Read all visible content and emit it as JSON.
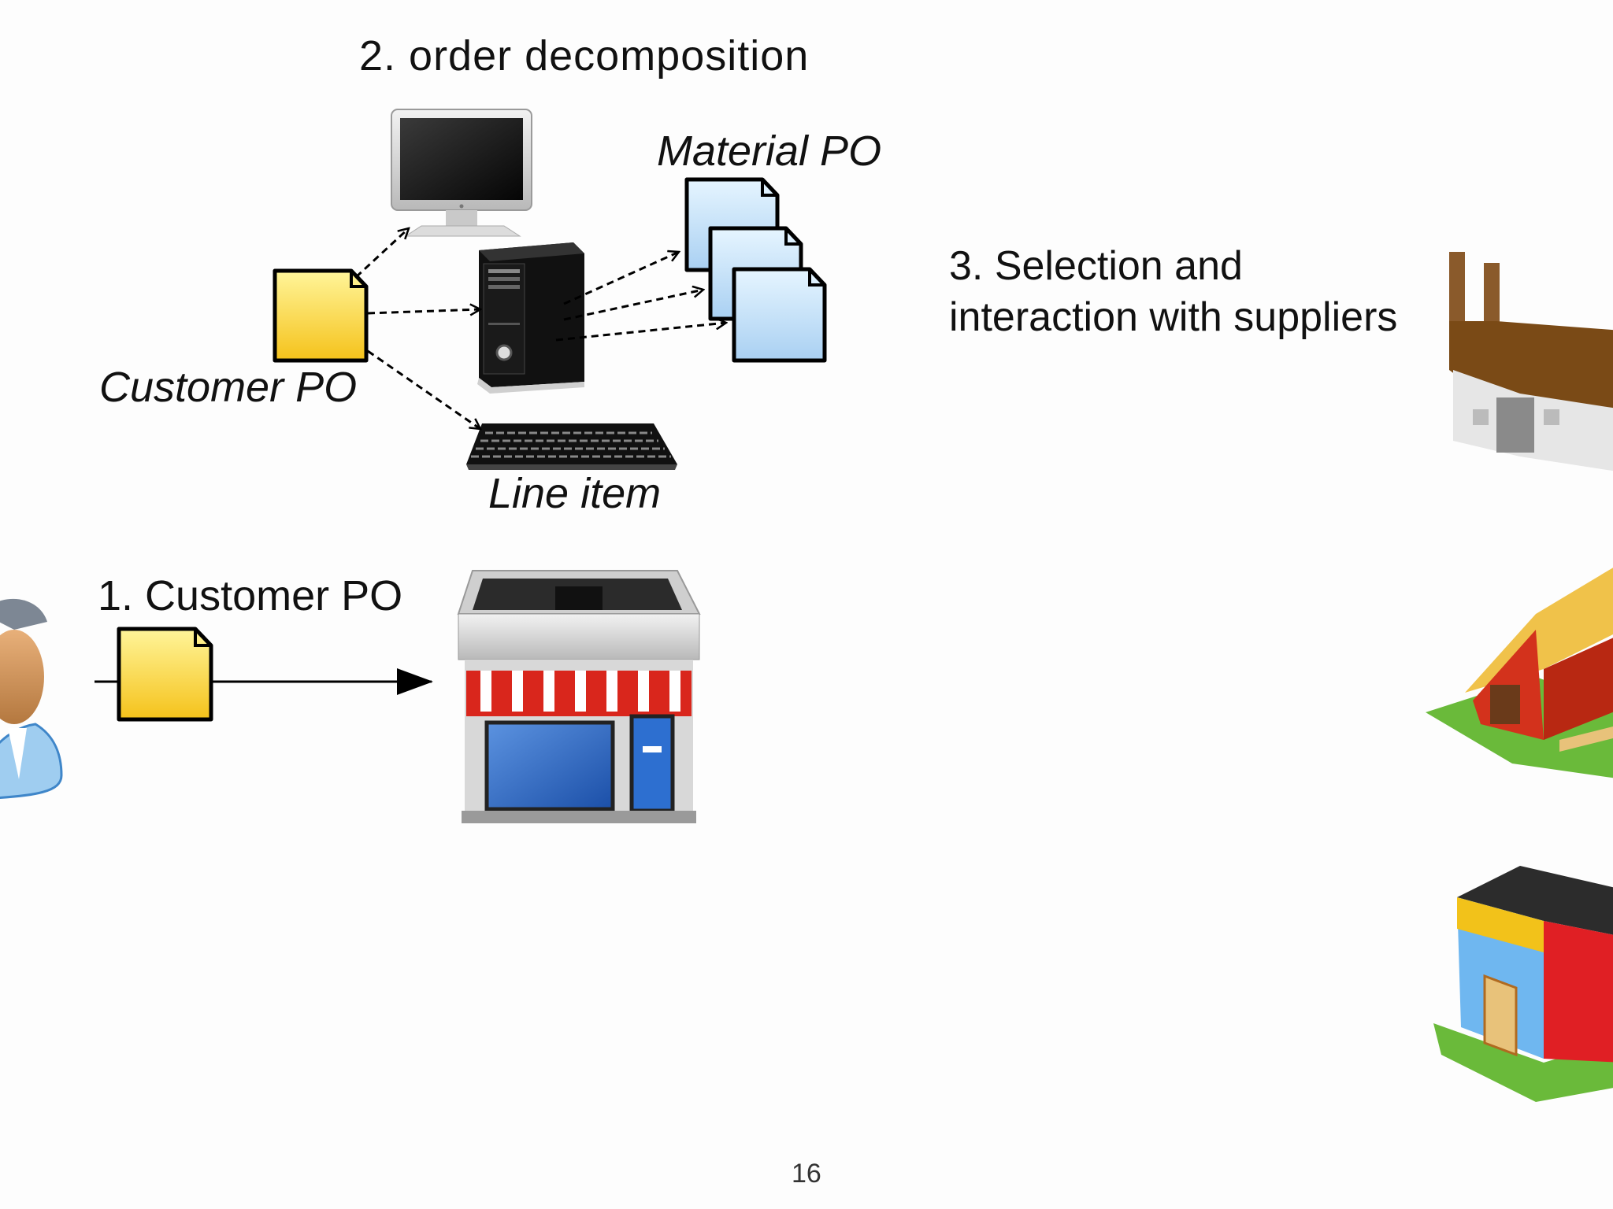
{
  "labels": {
    "step2_title": "2. order decomposition",
    "material_po": "Material PO",
    "customer_po_doc": "Customer PO",
    "line_item": "Line item",
    "step1": "1. Customer PO",
    "step3": "3. Selection and\ninteraction with suppliers",
    "page_number": "16"
  },
  "icons": {
    "person": "customer-person-icon",
    "store": "retail-store-icon",
    "monitor": "computer-monitor-icon",
    "tower": "computer-tower-icon",
    "keyboard": "keyboard-icon",
    "factory": "factory-icon",
    "farm": "farm-barn-icon",
    "shop": "shop-building-icon",
    "document": "document-icon"
  },
  "colors": {
    "customer_doc": "#f7d23a",
    "material_doc": "#bfe0f7",
    "awning_red": "#d9261c",
    "store_glass": "#1f5fc0"
  }
}
